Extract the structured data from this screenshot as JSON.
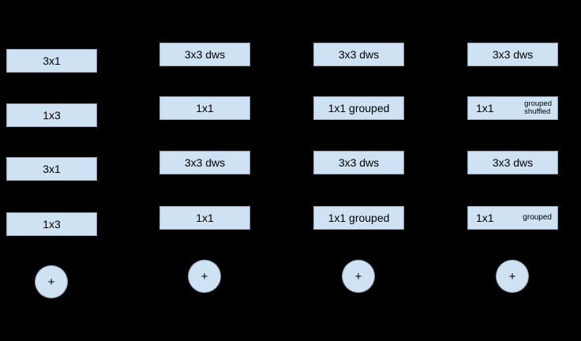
{
  "diagram": {
    "background_color": "#000000",
    "box_fill_color": "#cfe2f3",
    "text_color": "#000000",
    "plus_symbol": "+",
    "columns": [
      {
        "rows": [
          {
            "label": "3x1"
          },
          {
            "label": "1x3"
          },
          {
            "label": "3x1"
          },
          {
            "label": "1x3"
          }
        ]
      },
      {
        "rows": [
          {
            "label": "3x3 dws"
          },
          {
            "label": "1x1"
          },
          {
            "label": "3x3 dws"
          },
          {
            "label": "1x1"
          }
        ]
      },
      {
        "rows": [
          {
            "label": "3x3 dws"
          },
          {
            "label": "1x1 grouped"
          },
          {
            "label": "3x3 dws"
          },
          {
            "label": "1x1 grouped"
          }
        ]
      },
      {
        "rows": [
          {
            "label": "3x3 dws"
          },
          {
            "label": "1x1",
            "sub": [
              "grouped",
              "shuffled"
            ]
          },
          {
            "label": "3x3 dws"
          },
          {
            "label": "1x1",
            "sub": [
              "grouped"
            ]
          }
        ]
      }
    ]
  }
}
